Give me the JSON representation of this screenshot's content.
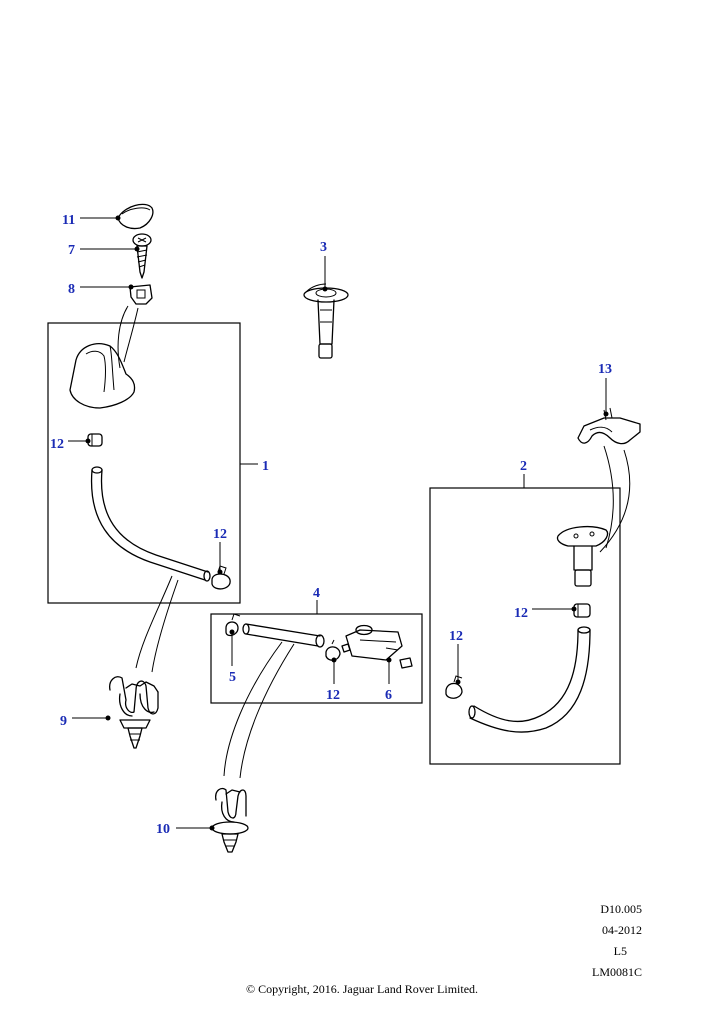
{
  "callouts": {
    "c1": "1",
    "c2": "2",
    "c3": "3",
    "c4": "4",
    "c5": "5",
    "c6": "6",
    "c7": "7",
    "c8": "8",
    "c9": "9",
    "c10": "10",
    "c11": "11",
    "c12a": "12",
    "c12b": "12",
    "c12c": "12",
    "c12d": "12",
    "c12e": "12",
    "c13": "13"
  },
  "colors": {
    "callout": "#1a2bb5",
    "line": "#000000",
    "background": "#ffffff"
  },
  "meta": {
    "ref": "D10.005",
    "date": "04-2012",
    "level": "L5",
    "illustration": "LM0081C"
  },
  "copyright": "© Copyright, 2016. Jaguar Land Rover Limited."
}
